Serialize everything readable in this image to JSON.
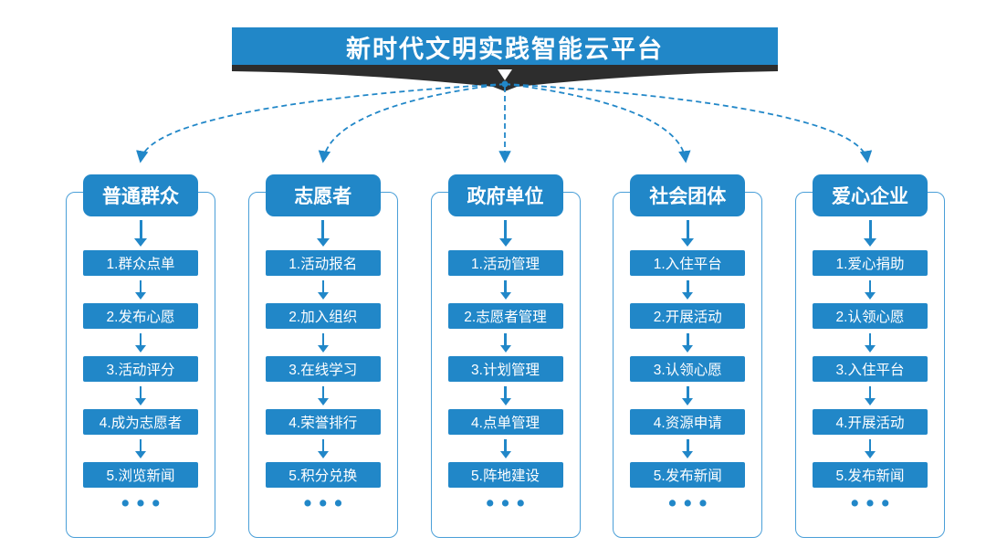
{
  "title": "新时代文明实践智能云平台",
  "ellipsis": "•••",
  "colors": {
    "primary_blue": "#2187c8",
    "frame_border_blue": "#4a9fd8",
    "ribbon_dark": "#2d2d2d",
    "text_on_blue": "#ffffff"
  },
  "columns": [
    {
      "header": "普通群众",
      "steps": [
        "1.群众点单",
        "2.发布心愿",
        "3.活动评分",
        "4.成为志愿者",
        "5.浏览新闻"
      ]
    },
    {
      "header": "志愿者",
      "steps": [
        "1.活动报名",
        "2.加入组织",
        "3.在线学习",
        "4.荣誉排行",
        "5.积分兑换"
      ]
    },
    {
      "header": "政府单位",
      "steps": [
        "1.活动管理",
        "2.志愿者管理",
        "3.计划管理",
        "4.点单管理",
        "5.阵地建设"
      ]
    },
    {
      "header": "社会团体",
      "steps": [
        "1.入住平台",
        "2.开展活动",
        "3.认领心愿",
        "4.资源申请",
        "5.发布新闻"
      ]
    },
    {
      "header": "爱心企业",
      "steps": [
        "1.爱心捐助",
        "2.认领心愿",
        "3.入住平台",
        "4.开展活动",
        "5.发布新闻"
      ]
    }
  ]
}
